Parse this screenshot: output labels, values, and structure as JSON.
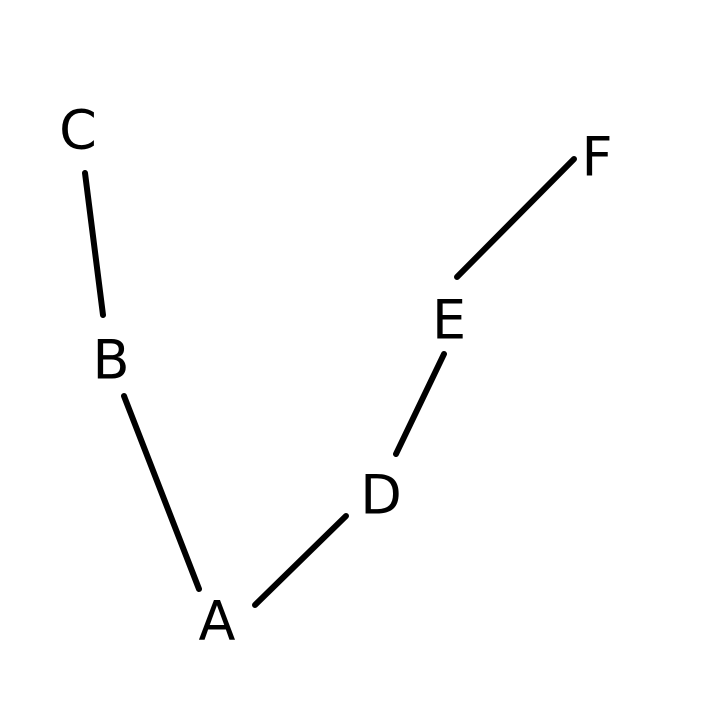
{
  "diagram": {
    "nodes": [
      {
        "id": "A",
        "label": "A"
      },
      {
        "id": "B",
        "label": "B"
      },
      {
        "id": "C",
        "label": "C"
      },
      {
        "id": "D",
        "label": "D"
      },
      {
        "id": "E",
        "label": "E"
      },
      {
        "id": "F",
        "label": "F"
      }
    ],
    "edges": [
      {
        "from": "C",
        "to": "B"
      },
      {
        "from": "B",
        "to": "A"
      },
      {
        "from": "A",
        "to": "D"
      },
      {
        "from": "D",
        "to": "E"
      },
      {
        "from": "E",
        "to": "F"
      }
    ],
    "colors": {
      "line": "#000000",
      "text": "#000000",
      "background": "#ffffff"
    }
  }
}
